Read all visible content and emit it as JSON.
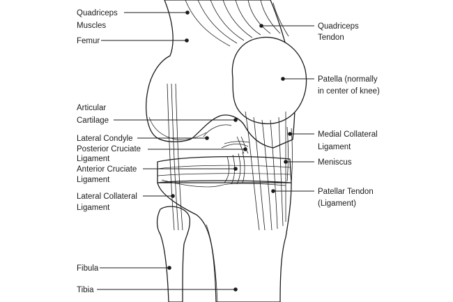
{
  "colors": {
    "ink": "#1a1a1a",
    "background": "#ffffff"
  },
  "labels": {
    "quadriceps_muscles": [
      "Quadriceps",
      "Muscles"
    ],
    "femur": [
      "Femur"
    ],
    "articular_cartilage": [
      "Articular",
      "Cartilage"
    ],
    "lateral_condyle": [
      "Lateral Condyle"
    ],
    "posterior_cruciate": [
      "Posterior Cruciate",
      "Ligament"
    ],
    "anterior_cruciate": [
      "Anterior Cruciate",
      "Ligament"
    ],
    "lateral_collateral": [
      "Lateral Collateral",
      "Ligament"
    ],
    "fibula": [
      "Fibula"
    ],
    "tibia": [
      "Tibia"
    ],
    "quadriceps_tendon": [
      "Quadriceps",
      "Tendon"
    ],
    "patella": [
      "Patella (normally",
      "in center of knee)"
    ],
    "medial_collateral": [
      "Medial Collateral",
      "Ligament"
    ],
    "meniscus": [
      "Meniscus"
    ],
    "patellar_tendon": [
      "Patellar Tendon",
      "(Ligament)"
    ]
  }
}
